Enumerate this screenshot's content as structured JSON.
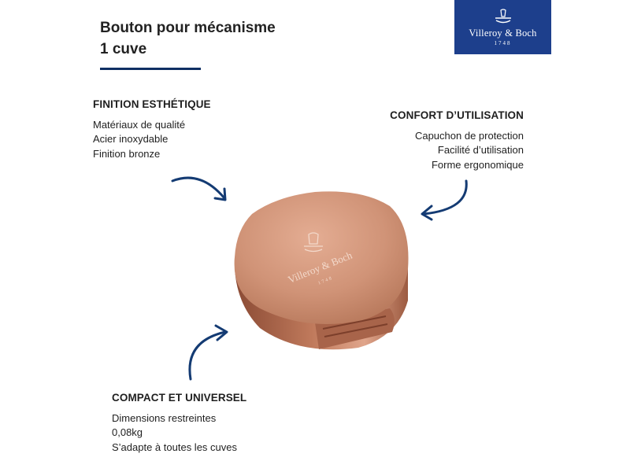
{
  "title": {
    "line1": "Bouton pour mécanisme",
    "line2": "1 cuve"
  },
  "logo": {
    "brand": "Villeroy & Boch",
    "year": "1748",
    "icon": "villeroy-boch-emblem",
    "color": "#1d3f8c"
  },
  "features": [
    {
      "heading": "FINITION ESTHÉTIQUE",
      "lines": [
        "Matériaux de qualité",
        "Acier inoxydable",
        "Finition bronze"
      ]
    },
    {
      "heading": "CONFORT D’UTILISATION",
      "lines": [
        "Capuchon de protection",
        "Facilité d’utilisation",
        "Forme ergonomique"
      ]
    },
    {
      "heading": "COMPACT ET UNIVERSEL",
      "lines": [
        "Dimensions restreintes",
        "0,08kg",
        "S’adapte à toutes les cuves"
      ]
    }
  ],
  "product": {
    "engraving_brand": "Villeroy & Boch",
    "engraving_year": "1748",
    "finish_color": "#c9876a"
  },
  "colors": {
    "accent": "#0f2f63",
    "arrow": "#143b73"
  }
}
